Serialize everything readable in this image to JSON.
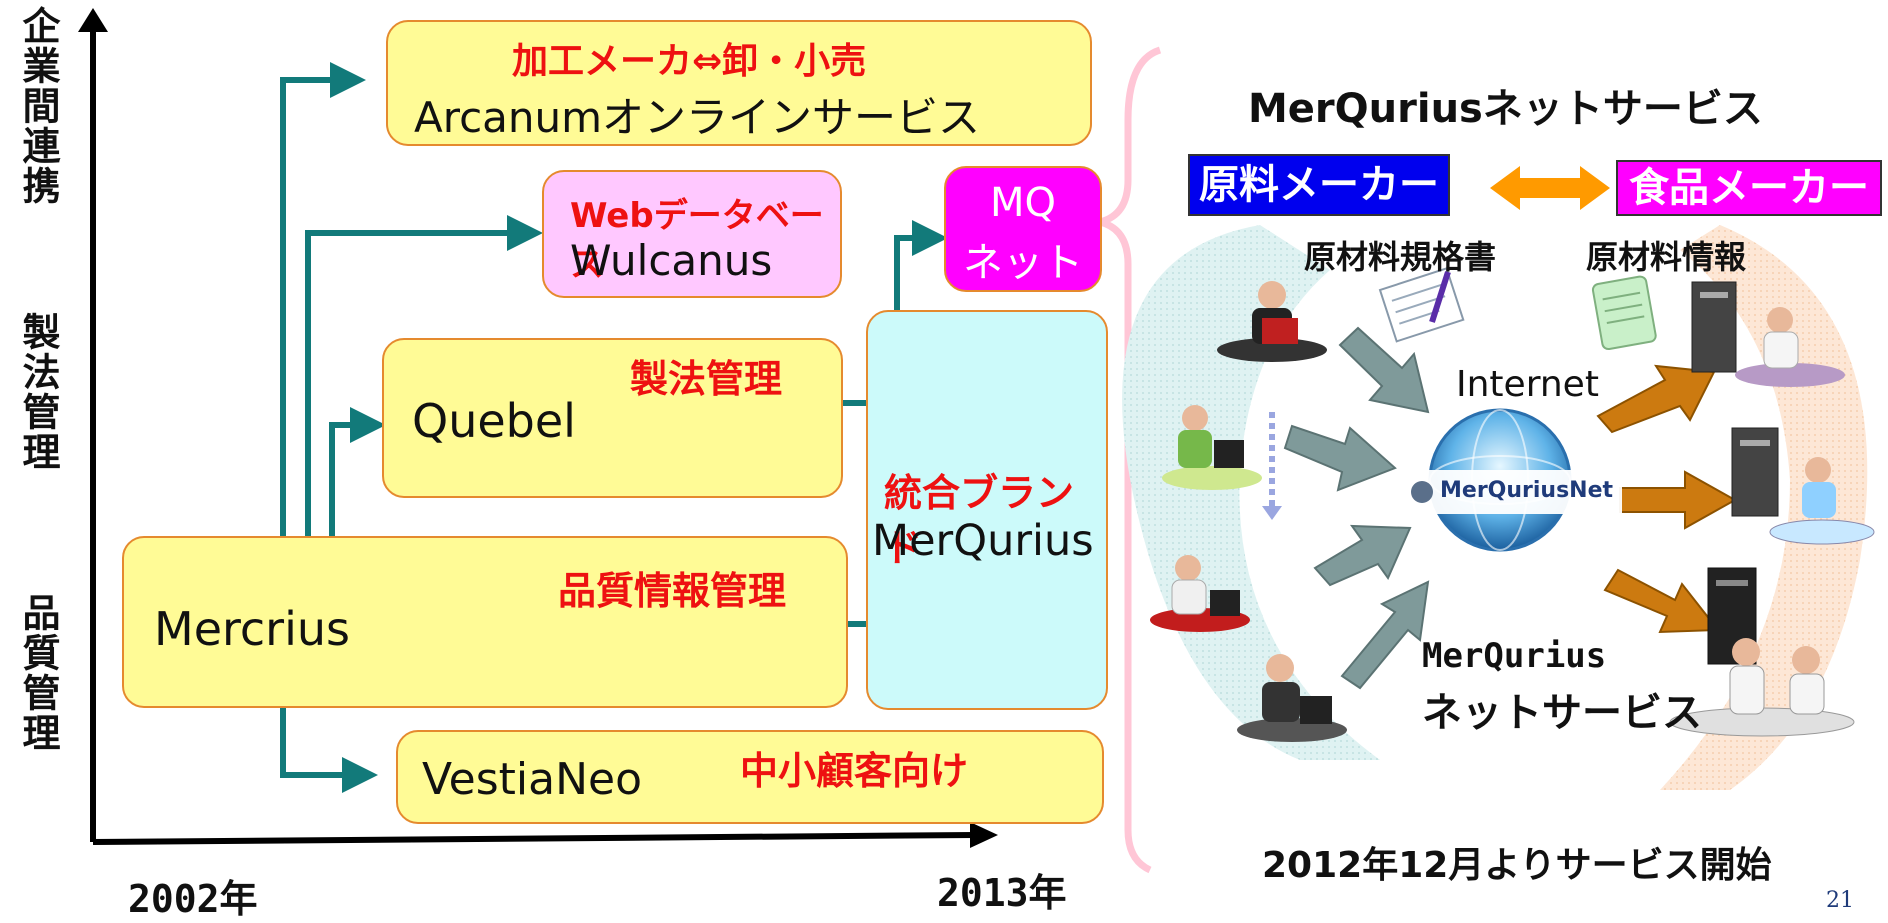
{
  "axis": {
    "vertical_labels": [
      "企業間連携",
      "製法管理",
      "品質管理"
    ],
    "year_start": "2002年",
    "year_end": "2013年"
  },
  "products": {
    "arcanum": {
      "tag": "加工メーカ⇔卸・小売",
      "name": "Arcanumオンラインサービス"
    },
    "wulcanus": {
      "tag": "Webデータベース",
      "name": "Wulcanus"
    },
    "mqnet": {
      "line1": "MQ",
      "line2": "ネット"
    },
    "quebel": {
      "name": "Quebel",
      "tag": "製法管理"
    },
    "mercrius": {
      "name": "Mercrius",
      "tag": "品質情報管理"
    },
    "merqurius": {
      "tag": "統合ブランド",
      "name": "MerQurius"
    },
    "vestianeo": {
      "name": "VestiaNeo",
      "tag": "中小顧客向け"
    }
  },
  "service": {
    "title": "MerQuriusネットサービス",
    "left_header": "原料メーカー",
    "right_header": "食品メーカー",
    "doc_label": "原材料規格書",
    "info_label": "原材料情報",
    "internet_label": "Internet",
    "logo_text": "MerQuriusNet",
    "bottom_label_line1": "MerQurius",
    "bottom_label_line2": "ネットサービス",
    "start_note": "2012年12月よりサービス開始"
  },
  "page_number": "21",
  "colors": {
    "box_fill": "#fffb96",
    "box_border": "#e58a2e",
    "wulcanus_fill": "#ffc8ff",
    "mqnet_fill": "#ff00ff",
    "merqurius_fill": "#ccfafa",
    "connector_teal": "#127a7a",
    "left_header_blue": "#0000ee",
    "right_header_magenta": "#ff00ff",
    "orange_arrow": "#ff9a00"
  }
}
